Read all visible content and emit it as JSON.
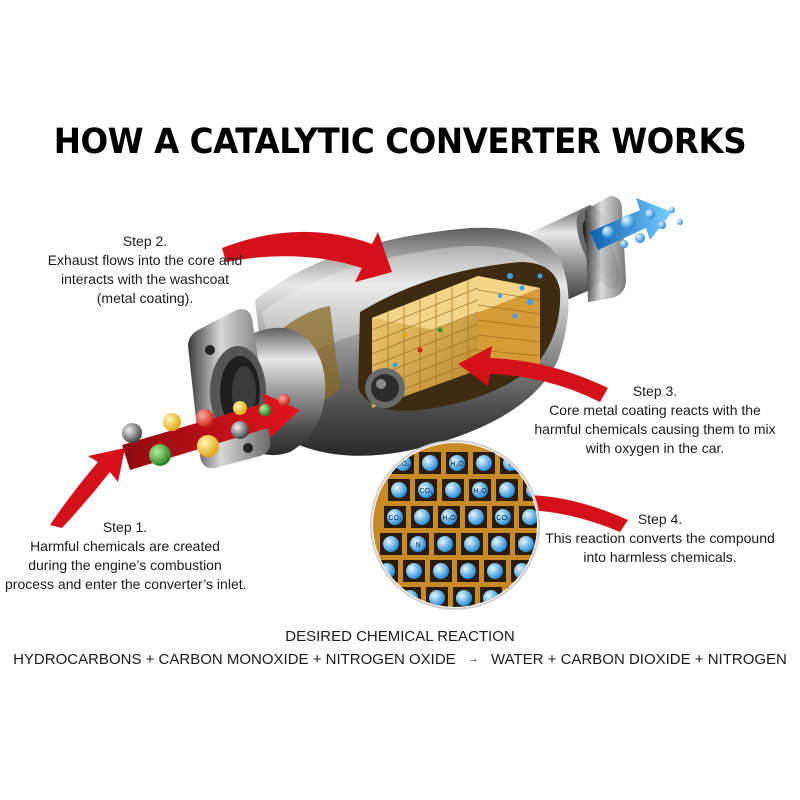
{
  "title": "HOW A CATALYTIC CONVERTER WORKS",
  "steps": {
    "step1": {
      "heading": "Step 1.",
      "lines": [
        "Harmful chemicals are created",
        "during the engine’s combustion",
        "process and enter the converter’s inlet."
      ]
    },
    "step2": {
      "heading": "Step 2.",
      "lines": [
        "Exhaust flows into the core and",
        "interacts with the washcoat",
        "(metal coating)."
      ]
    },
    "step3": {
      "heading": "Step 3.",
      "lines": [
        "Core metal coating reacts with the",
        "harmful chemicals causing them to mix",
        "with oxygen in the car."
      ]
    },
    "step4": {
      "heading": "Step 4.",
      "lines": [
        "This reaction converts the compound",
        "into harmless chemicals."
      ]
    }
  },
  "reaction": {
    "title": "DESIRED CHEMICAL REACTION",
    "reactants": "HYDROCARBONS + CARBON MONOXIDE + NITROGEN OXIDE",
    "arrow": "→",
    "products": "WATER + CARBON DIOXIDE + NITROGEN"
  },
  "molecule_labels": [
    "CO₂",
    "H₂O",
    "N",
    "CO₂",
    "H₂O",
    "N",
    "CO₂",
    "H₂O",
    "CO₂",
    "N"
  ],
  "colors": {
    "arrow_red": "#d4101a",
    "metal": "#9a9a9a",
    "honeycomb": "#e3b24a",
    "blue_exhaust": "#1e8fe0"
  }
}
